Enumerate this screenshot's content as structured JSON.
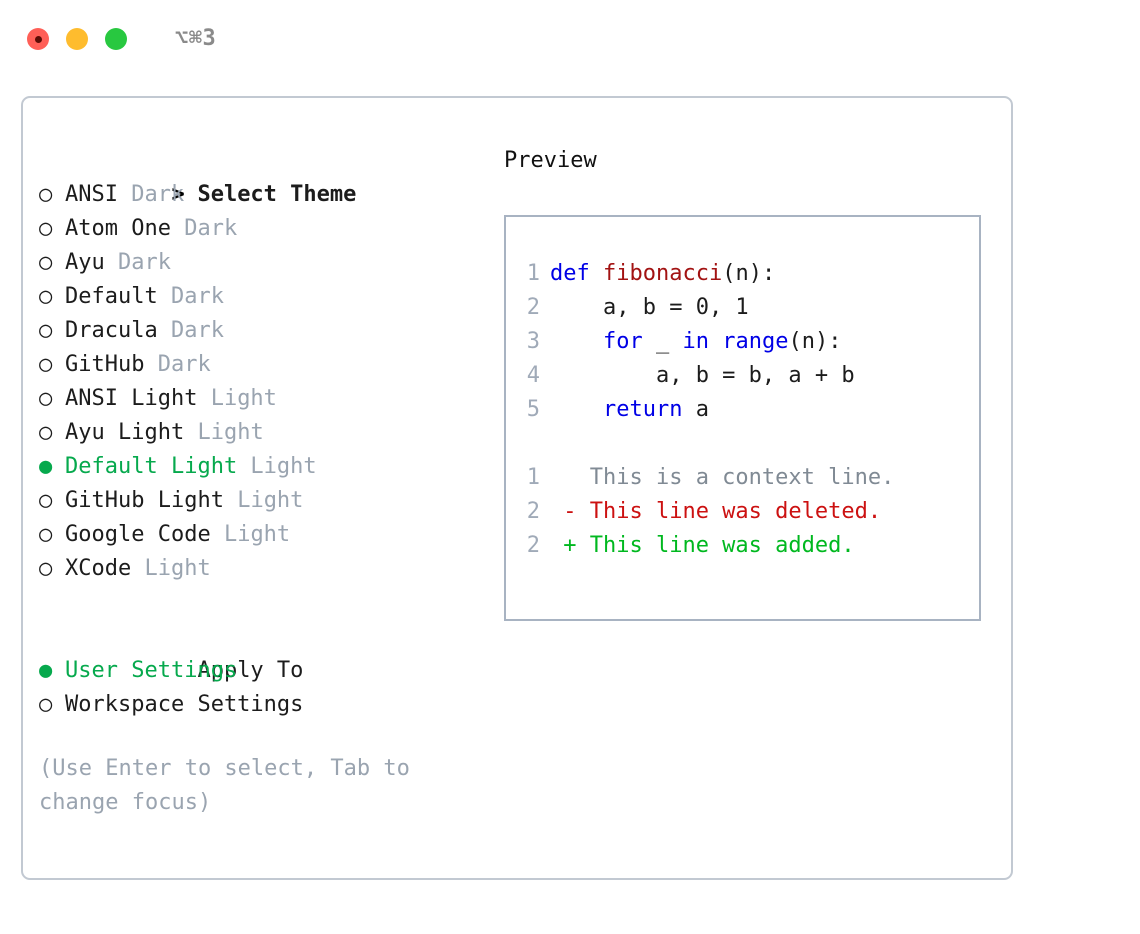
{
  "titlebar": {
    "shortcut": "⌥⌘3",
    "buttons": [
      {
        "name": "close",
        "color": "#ff5f57"
      },
      {
        "name": "minimize",
        "color": "#febc2e"
      },
      {
        "name": "maximize",
        "color": "#28c840"
      }
    ]
  },
  "colors": {
    "accent_green": "#06a94d",
    "muted_gray": "#9aa4b0",
    "keyword_blue": "#0000e6",
    "function_red": "#a21212",
    "diff_add": "#00b81f",
    "diff_del": "#cc1111",
    "border": "#c2c9d2",
    "panel_border": "#a8b3c2"
  },
  "theme_list": {
    "header": {
      "marker": ">",
      "title": "Select Theme"
    },
    "items": [
      {
        "marker": "○",
        "label": "ANSI",
        "tag": "Dark",
        "selected": false
      },
      {
        "marker": "○",
        "label": "Atom One",
        "tag": "Dark",
        "selected": false
      },
      {
        "marker": "○",
        "label": "Ayu",
        "tag": "Dark",
        "selected": false
      },
      {
        "marker": "○",
        "label": "Default",
        "tag": "Dark",
        "selected": false
      },
      {
        "marker": "○",
        "label": "Dracula",
        "tag": "Dark",
        "selected": false
      },
      {
        "marker": "○",
        "label": "GitHub",
        "tag": "Dark",
        "selected": false
      },
      {
        "marker": "○",
        "label": "ANSI Light",
        "tag": "Light",
        "selected": false
      },
      {
        "marker": "○",
        "label": "Ayu Light",
        "tag": "Light",
        "selected": false
      },
      {
        "marker": "●",
        "label": "Default Light",
        "tag": "Light",
        "selected": true
      },
      {
        "marker": "○",
        "label": "GitHub Light",
        "tag": "Light",
        "selected": false
      },
      {
        "marker": "○",
        "label": "Google Code",
        "tag": "Light",
        "selected": false
      },
      {
        "marker": "○",
        "label": "XCode",
        "tag": "Light",
        "selected": false
      }
    ]
  },
  "apply_to": {
    "header": "Apply To",
    "items": [
      {
        "marker": "●",
        "label": "User Settings",
        "selected": true
      },
      {
        "marker": "○",
        "label": "Workspace Settings",
        "selected": false
      }
    ]
  },
  "hint": "(Use Enter to select, Tab to change focus)",
  "preview": {
    "title": "Preview",
    "code_lines": [
      {
        "lineno": "1",
        "tokens": [
          {
            "text": "def ",
            "style": "kw"
          },
          {
            "text": "fibonacci",
            "style": "fn"
          },
          {
            "text": "(n):",
            "style": "plain"
          }
        ]
      },
      {
        "lineno": "2",
        "tokens": [
          {
            "text": "    a, b = 0, 1",
            "style": "plain"
          }
        ]
      },
      {
        "lineno": "3",
        "tokens": [
          {
            "text": "    ",
            "style": "plain"
          },
          {
            "text": "for",
            "style": "kw"
          },
          {
            "text": " _ ",
            "style": "plain"
          },
          {
            "text": "in",
            "style": "kw"
          },
          {
            "text": " ",
            "style": "plain"
          },
          {
            "text": "range",
            "style": "kw"
          },
          {
            "text": "(n):",
            "style": "plain"
          }
        ]
      },
      {
        "lineno": "4",
        "tokens": [
          {
            "text": "        a, b = b, a + b",
            "style": "plain"
          }
        ]
      },
      {
        "lineno": "5",
        "tokens": [
          {
            "text": "    ",
            "style": "plain"
          },
          {
            "text": "return",
            "style": "kw"
          },
          {
            "text": " a",
            "style": "plain"
          }
        ]
      }
    ],
    "diff_lines": [
      {
        "lineno": "1",
        "tokens": [
          {
            "text": "   This is a context line.",
            "style": "ctx"
          }
        ]
      },
      {
        "lineno": "2",
        "tokens": [
          {
            "text": " - This line was deleted.",
            "style": "del"
          }
        ]
      },
      {
        "lineno": "2",
        "tokens": [
          {
            "text": " + This line was added.",
            "style": "add"
          }
        ]
      }
    ]
  }
}
